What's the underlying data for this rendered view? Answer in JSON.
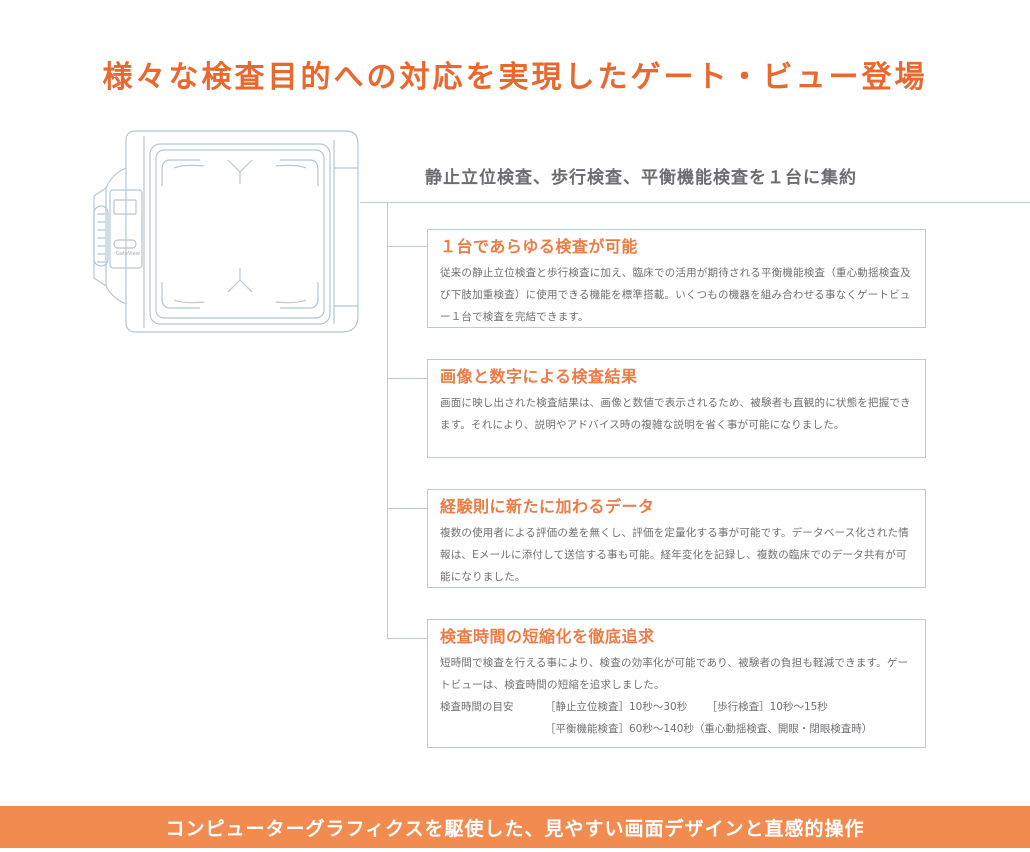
{
  "page": {
    "title": "様々な検査目的への対応を実現したゲート・ビュー登場",
    "subtitle": "静止立位検査、歩行検査、平衡機能検査を１台に集約"
  },
  "device": {
    "brand_label": "GateView"
  },
  "features": [
    {
      "title": "１台であらゆる検査が可能",
      "body": "従来の静止立位検査と歩行検査に加え、臨床での活用が期待される平衡機能検査（重心動揺検査及び下肢加重検査）に使用できる機能を標準搭載。いくつもの機器を組み合わせる事なくゲートビュー１台で検査を完結できます。"
    },
    {
      "title": "画像と数字による検査結果",
      "body": "画面に映し出された検査結果は、画像と数値で表示されるため、被験者も直観的に状態を把握できます。それにより、説明やアドバイス時の複雑な説明を省く事が可能になりました。"
    },
    {
      "title": "経験則に新たに加わるデータ",
      "body": "複数の使用者による評価の差を無くし、評価を定量化する事が可能です。データベース化された情報は、Eメールに添付して送信する事も可能。経年変化を記録し、複数の臨床でのデータ共有が可能になりました。"
    },
    {
      "title": "検査時間の短縮化を徹底追求",
      "body": "短時間で検査を行える事により、検査の効率化が可能であり、被験者の負担も軽減できます。ゲートビューは、検査時間の短縮を追求しました。",
      "time_label": "検査時間の目安",
      "time_items": [
        "［静止立位検査］10秒〜30秒",
        "［歩行検査］10秒〜15秒",
        "［平衡機能検査］60秒〜140秒（重心動揺検査、開眼・閉眼検査時）"
      ]
    }
  ],
  "footer": {
    "banner": "コンピューターグラフィクスを駆使した、見やすい画面デザインと直感的操作"
  },
  "colors": {
    "accent": "#e9682f",
    "feature_title": "#ec7c45",
    "banner_bg": "#f18b4f",
    "line": "#b7cbd8",
    "text": "#6e7073"
  }
}
